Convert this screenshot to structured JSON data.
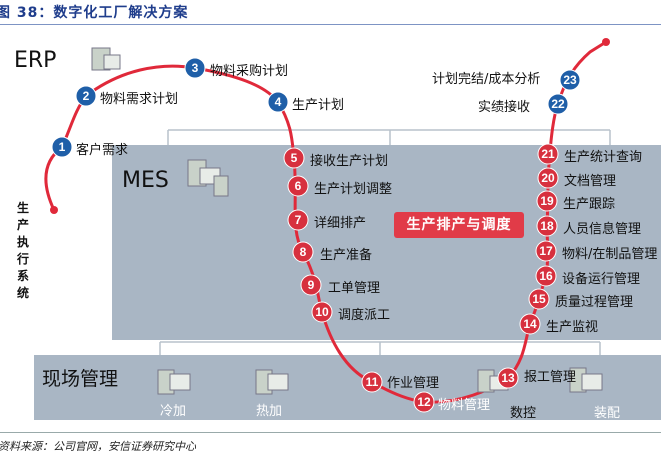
{
  "figure_title": "图 38：数字化工厂解决方案",
  "layers": {
    "erp": "ERP",
    "mes": "MES",
    "field": "现场管理",
    "vertical": "生产执行系统"
  },
  "center_label": "生产排产与调度",
  "field_stations": [
    "冷加",
    "热加",
    "数控",
    "装配"
  ],
  "steps": [
    {
      "num": "1",
      "label": "客户需求"
    },
    {
      "num": "2",
      "label": "物料需求计划"
    },
    {
      "num": "3",
      "label": "物料采购计划"
    },
    {
      "num": "4",
      "label": "生产计划"
    },
    {
      "num": "5",
      "label": "接收生产计划"
    },
    {
      "num": "6",
      "label": "生产计划调整"
    },
    {
      "num": "7",
      "label": "详细排产"
    },
    {
      "num": "8",
      "label": "生产准备"
    },
    {
      "num": "9",
      "label": "工单管理"
    },
    {
      "num": "10",
      "label": "调度派工"
    },
    {
      "num": "11",
      "label": "作业管理"
    },
    {
      "num": "12",
      "label": "物料管理"
    },
    {
      "num": "13",
      "label": "报工管理"
    },
    {
      "num": "14",
      "label": "生产监视"
    },
    {
      "num": "15",
      "label": "质量过程管理"
    },
    {
      "num": "16",
      "label": "设备运行管理"
    },
    {
      "num": "17",
      "label": "物料/在制品管理"
    },
    {
      "num": "18",
      "label": "人员信息管理"
    },
    {
      "num": "19",
      "label": "生产跟踪"
    },
    {
      "num": "20",
      "label": "文档管理"
    },
    {
      "num": "21",
      "label": "生产统计查询"
    },
    {
      "num": "22",
      "label": "实绩接收"
    },
    {
      "num": "23",
      "label": "计划完结/成本分析"
    }
  ],
  "source": "资料来源：公司官网，安信证券研究中心",
  "colors": {
    "blue_node": "#1f5fa8",
    "red_node": "#d7303e",
    "flow_line": "#e0293a",
    "panel": "#a9b6c4"
  }
}
